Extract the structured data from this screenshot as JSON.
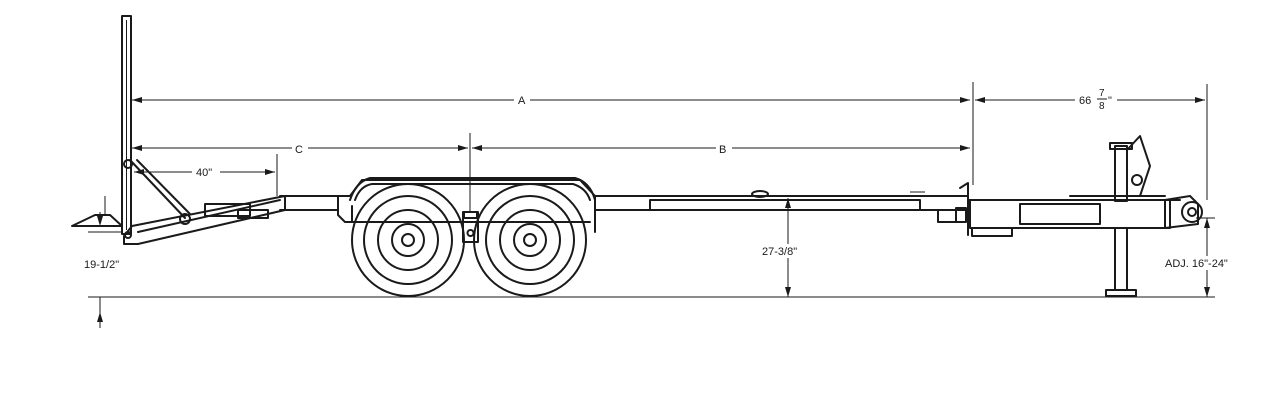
{
  "diagram": {
    "dimensions": {
      "a": "A",
      "b": "B",
      "c": "C",
      "forty": "40\"",
      "tongue_whole": "66",
      "tongue_num": "7",
      "tongue_den": "8",
      "tongue_inch": "\"",
      "deck_height": "27-3/8\"",
      "ramp_height": "19-1/2\"",
      "jack_height": "ADJ. 16\"-24\""
    }
  }
}
